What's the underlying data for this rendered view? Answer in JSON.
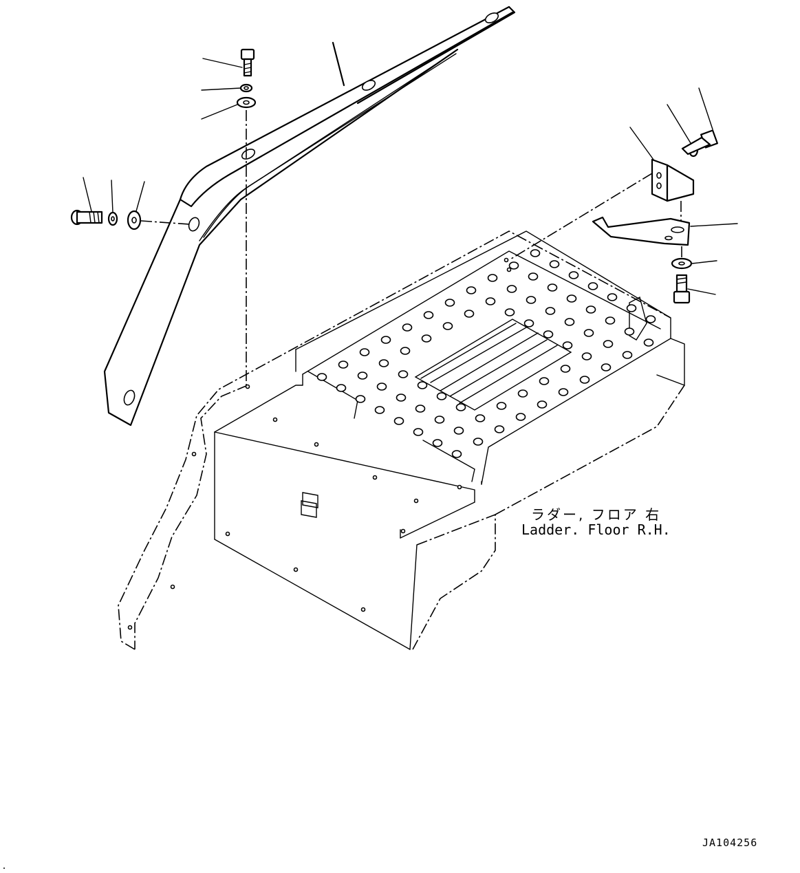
{
  "diagram": {
    "caption_jp": "ラダー, フロア 右",
    "caption_en": "Ladder. Floor R.H.",
    "drawing_code": "JA104256"
  },
  "colors": {
    "line": "#000000",
    "background": "#ffffff"
  }
}
